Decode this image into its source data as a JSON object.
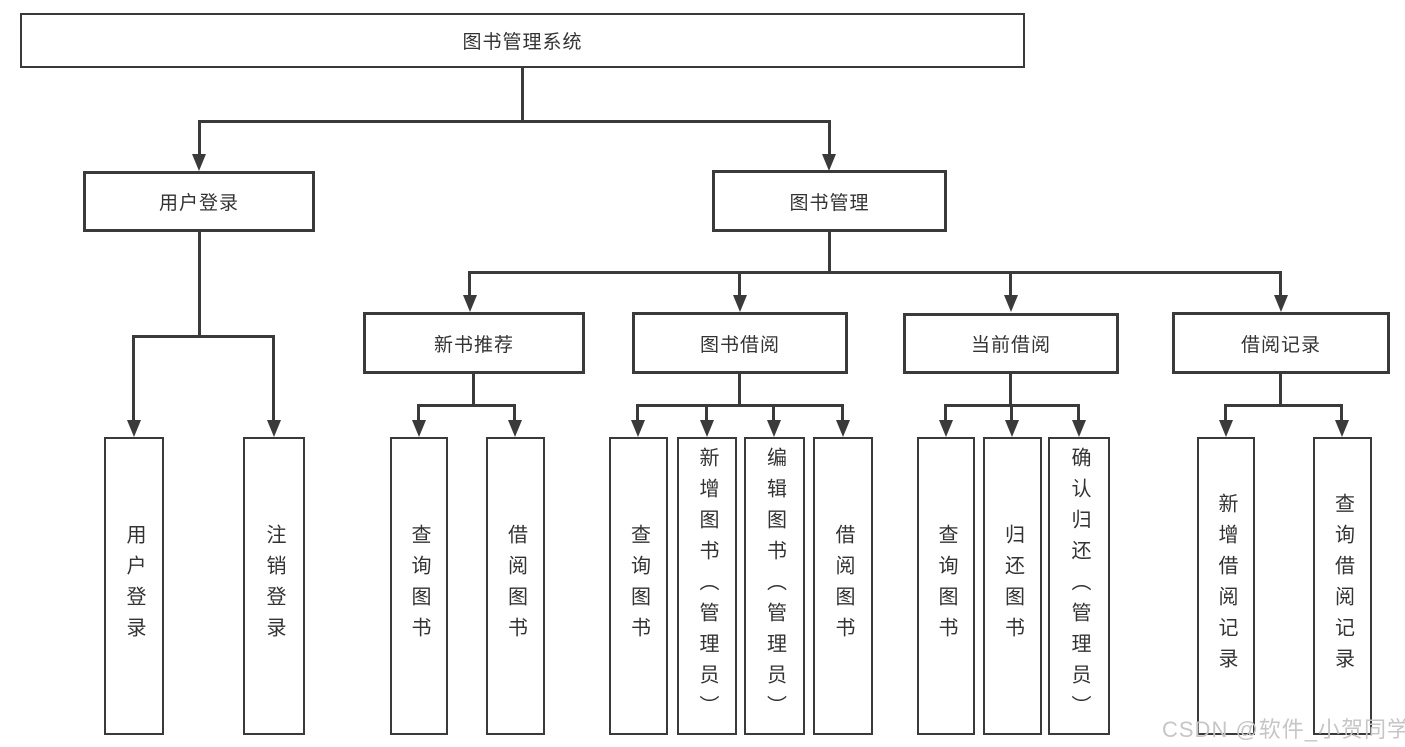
{
  "diagram": {
    "title": "图书管理系统",
    "root": {
      "label": "图书管理系统"
    },
    "level2": [
      {
        "label": "用户登录"
      },
      {
        "label": "图书管理"
      }
    ],
    "level3": [
      {
        "label": "新书推荐"
      },
      {
        "label": "图书借阅"
      },
      {
        "label": "当前借阅"
      },
      {
        "label": "借阅记录"
      }
    ],
    "leaves": {
      "user_login": [
        {
          "label": "用户登录"
        },
        {
          "label": "注销登录"
        }
      ],
      "new_book_rec": [
        {
          "label": "查询图书"
        },
        {
          "label": "借阅图书"
        }
      ],
      "book_borrow": [
        {
          "label": "查询图书"
        },
        {
          "label": "新增图书（管理员）"
        },
        {
          "label": "编辑图书（管理员）"
        },
        {
          "label": "借阅图书"
        }
      ],
      "current_borrow": [
        {
          "label": "查询图书"
        },
        {
          "label": "归还图书"
        },
        {
          "label": "确认归还（管理员）"
        }
      ],
      "borrow_records": [
        {
          "label": "新增借阅记录"
        },
        {
          "label": "查询借阅记录"
        }
      ]
    },
    "watermark": "CSDN @软件_小贺同学",
    "colors": {
      "line": "#3a3a3a",
      "text": "#333333",
      "watermark": "#c6c6c6",
      "background": "#ffffff"
    }
  }
}
